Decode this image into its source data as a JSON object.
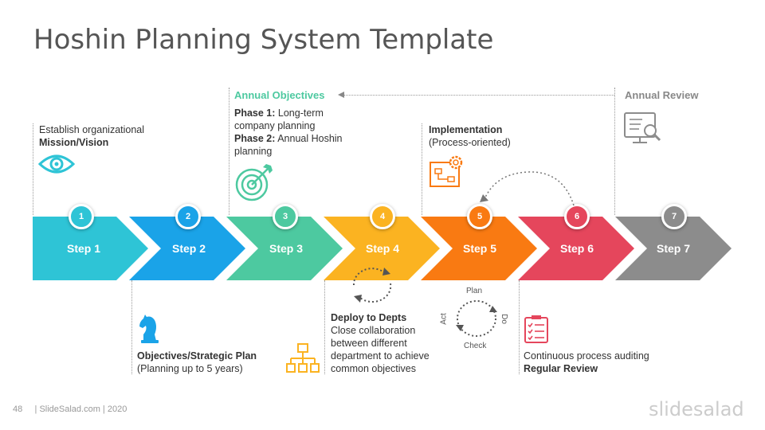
{
  "title": "Hoshin Planning System Template",
  "steps": [
    {
      "num": "1",
      "label": "Step 1",
      "color": "#2EC4D6"
    },
    {
      "num": "2",
      "label": "Step 2",
      "color": "#1AA3E8"
    },
    {
      "num": "3",
      "label": "Step 3",
      "color": "#4DC9A0"
    },
    {
      "num": "4",
      "label": "Step 4",
      "color": "#FBB321"
    },
    {
      "num": "5",
      "label": "Step 5",
      "color": "#F97A12"
    },
    {
      "num": "6",
      "label": "Step 6",
      "color": "#E5465C"
    },
    {
      "num": "7",
      "label": "Step 7",
      "color": "#8C8C8C"
    }
  ],
  "step1": {
    "line1": "Establish organizational",
    "line2": "Mission/Vision"
  },
  "step2": {
    "line1": "Objectives/Strategic Plan",
    "line2": "(Planning  up to 5 years)"
  },
  "step3": {
    "heading": "Annual Objectives",
    "heading_color": "#4DC9A0",
    "p1_label": "Phase 1:",
    "p1_text_a": " Long-term",
    "p1_text_b": "company planning",
    "p2_label": "Phase 2:",
    "p2_text_a": " Annual  Hoshin",
    "p2_text_b": "planning"
  },
  "step4": {
    "heading": "Deploy to Depts",
    "lines": [
      "Close collaboration",
      "between different",
      "department  to achieve",
      "common objectives"
    ]
  },
  "step5": {
    "heading": "Implementation",
    "line": "(Process-oriented)"
  },
  "pdca": {
    "plan": "Plan",
    "do": "Do",
    "check": "Check",
    "act": "Act"
  },
  "step6": {
    "line1": "Continuous  process  auditing",
    "line2": "Regular Review"
  },
  "step7": {
    "heading": "Annual Review"
  },
  "footer": {
    "page": "48",
    "text": "| SlideSalad.com | 2020",
    "brand": "slidesalad"
  }
}
